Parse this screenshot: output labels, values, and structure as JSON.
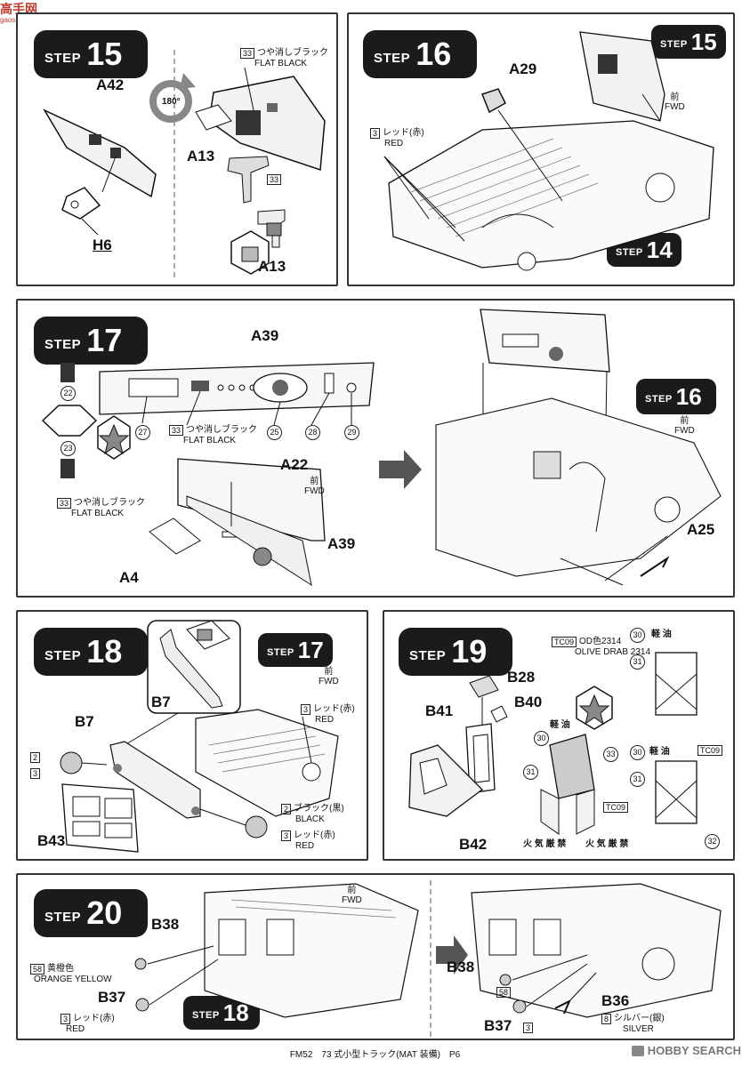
{
  "site_logo": {
    "text": "高手网",
    "sub": "gaoshou.com"
  },
  "steps": {
    "s15": {
      "word": "STEP",
      "num": "15",
      "labels": {
        "a42": "A42",
        "h6": "H6",
        "a13a": "A13",
        "a13b": "A13",
        "rotate": "180°"
      },
      "paint": {
        "code": "33",
        "jp": "つや消しブラック",
        "en": "FLAT BLACK",
        "code2": "33"
      }
    },
    "s16": {
      "word": "STEP",
      "num": "16",
      "labels": {
        "a29": "A29"
      },
      "paint": {
        "code": "3",
        "jp": "レッド(赤)",
        "en": "RED"
      },
      "fwd": {
        "jp": "前",
        "en": "FWD"
      },
      "ref_a": {
        "word": "STEP",
        "num": "15"
      },
      "ref_b": {
        "word": "STEP",
        "num": "14"
      }
    },
    "s17": {
      "word": "STEP",
      "num": "17",
      "labels": {
        "a39a": "A39",
        "a22": "A22",
        "a4": "A4",
        "a39b": "A39",
        "a25": "A25"
      },
      "paint1": {
        "code": "33",
        "jp": "つや消しブラック",
        "en": "FLAT BLACK"
      },
      "paint2": {
        "code": "33",
        "jp": "つや消しブラック",
        "en": "FLAT BLACK"
      },
      "decals": [
        "22",
        "23",
        "27",
        "25",
        "28",
        "29"
      ],
      "fwd1": {
        "jp": "前",
        "en": "FWD"
      },
      "fwd2": {
        "jp": "前",
        "en": "FWD"
      },
      "ref": {
        "word": "STEP",
        "num": "16"
      }
    },
    "s18": {
      "word": "STEP",
      "num": "18",
      "labels": {
        "b7a": "B7",
        "b7b": "B7",
        "b43": "B43"
      },
      "paints": [
        {
          "code": "3",
          "jp": "レッド(赤)",
          "en": "RED"
        },
        {
          "code": "2",
          "jp": "ブラック(黒)",
          "en": "BLACK"
        },
        {
          "code": "3",
          "jp": "レッド(赤)",
          "en": "RED"
        }
      ],
      "side_codes": [
        "2",
        "3"
      ],
      "fwd": {
        "jp": "前",
        "en": "FWD"
      },
      "ref": {
        "word": "STEP",
        "num": "17"
      }
    },
    "s19": {
      "word": "STEP",
      "num": "19",
      "labels": {
        "b28": "B28",
        "b40": "B40",
        "b41": "B41",
        "b42": "B42"
      },
      "paint": {
        "code": "TC09",
        "jp": "OD色2314",
        "en": "OLIVE DRAB 2314"
      },
      "fuel": "軽 油",
      "fire": "火 気 厳 禁",
      "decals": [
        "30",
        "31",
        "30",
        "31",
        "33",
        "30",
        "31",
        "32"
      ],
      "tc": "TC09"
    },
    "s20": {
      "word": "STEP",
      "num": "20",
      "labels": {
        "b38a": "B38",
        "b37a": "B37",
        "b38b": "B38",
        "b37b": "B37",
        "b36": "B36"
      },
      "paint1": {
        "code": "58",
        "jp": "黄橙色",
        "en": "ORANGE YELLOW"
      },
      "paint2": {
        "code": "3",
        "jp": "レッド(赤)",
        "en": "RED"
      },
      "paint3": {
        "code": "8",
        "jp": "シルバー(銀)",
        "en": "SILVER"
      },
      "codes": [
        "58",
        "3"
      ],
      "fwd": {
        "jp": "前",
        "en": "FWD"
      },
      "ref": {
        "word": "STEP",
        "num": "18"
      }
    }
  },
  "footer": "FM52　73 式小型トラック(MAT 装備)　P6",
  "watermark": "HOBBY SEARCH"
}
